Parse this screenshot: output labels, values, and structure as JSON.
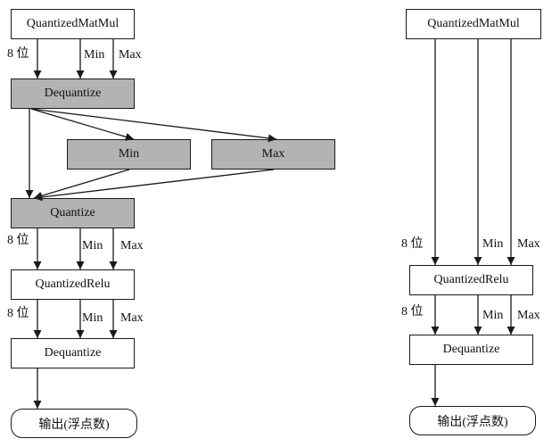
{
  "left": {
    "qmatmul": "QuantizedMatMul",
    "dequantize_1": "Dequantize",
    "min_op": "Min",
    "max_op": "Max",
    "quantize": "Quantize",
    "qrelu": "QuantizedRelu",
    "dequantize_2": "Dequantize",
    "output": "输出(浮点数)",
    "edge_labels": {
      "bits_1": "8 位",
      "min_1": "Min",
      "max_1": "Max",
      "bits_2": "8 位",
      "min_2": "Min",
      "max_2": "Max",
      "bits_3": "8 位",
      "min_3": "Min",
      "max_3": "Max"
    }
  },
  "right": {
    "qmatmul": "QuantizedMatMul",
    "qrelu": "QuantizedRelu",
    "dequantize": "Dequantize",
    "output": "输出(浮点数)",
    "edge_labels": {
      "bits_1": "8 位",
      "min_1": "Min",
      "max_1": "Max",
      "bits_2": "8 位",
      "min_2": "Min",
      "max_2": "Max"
    }
  },
  "colors": {
    "op_gray": "#b3b3b3",
    "stroke": "#1a1a1a"
  }
}
